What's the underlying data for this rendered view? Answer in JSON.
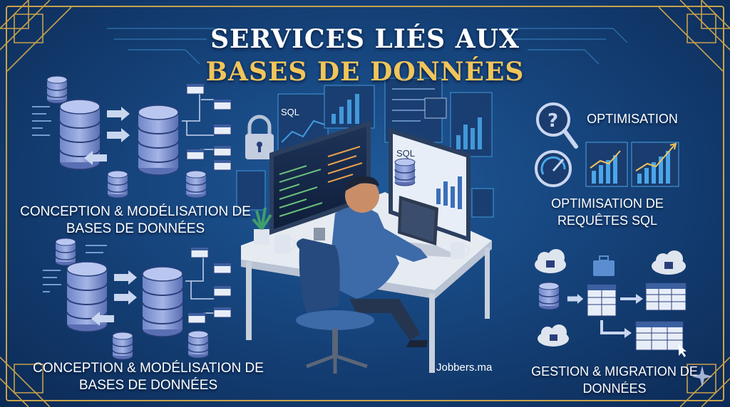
{
  "title": {
    "line1": "Services liés aux",
    "line2": "Bases de données"
  },
  "sections": {
    "conception_1": "Conception & Modélisation de bases de données",
    "conception_2": "Conception & Modélisation de bases de données",
    "optimisation": "Optimisation",
    "requetes": "Optimisation de requêtes SQL",
    "migration": "Gestion & Migration de données"
  },
  "screen_labels": {
    "sql_1": "SQL",
    "sql_2": "SQL"
  },
  "brand": "Jobbers.ma",
  "colors": {
    "background": "#16447c",
    "gold": "#f0c55a",
    "accent": "#4aa6e8"
  },
  "icons": [
    "database-icon",
    "lock-icon",
    "search-icon",
    "gauge-icon",
    "cloud-lock-icon",
    "briefcase-icon",
    "table-icon",
    "chart-icon"
  ]
}
